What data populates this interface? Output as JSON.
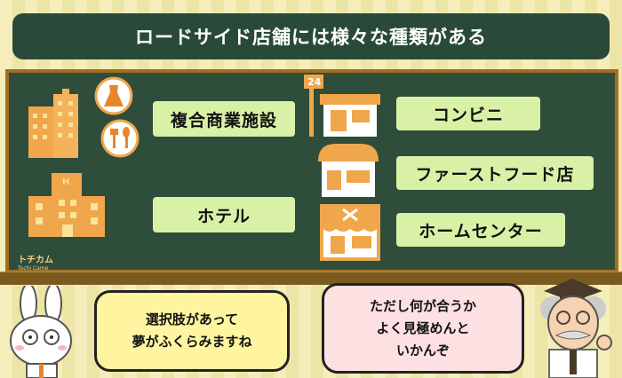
{
  "title": "ロードサイド店舗には様々な種類がある",
  "labels": {
    "complex": "複合商業施設",
    "hotel": "ホテル",
    "convenience": "コンビニ",
    "fastfood": "ファーストフード店",
    "homecenter": "ホームセンター"
  },
  "convenience_sign": "24",
  "hospital_sign": "H",
  "logo": {
    "text": "トチカム",
    "sub": "Tochi Came"
  },
  "bubble_left": [
    "選択肢があって",
    "夢がふくらみますね"
  ],
  "bubble_right": [
    "ただし何が合うか",
    "よく見極めんと",
    "いかんぞ"
  ],
  "colors": {
    "board": "#2f4d3b",
    "label": "#d9f1a6",
    "icon": "#f0a64a",
    "bubble": "#fff5a0",
    "bubble_pink": "#fde0e2"
  }
}
